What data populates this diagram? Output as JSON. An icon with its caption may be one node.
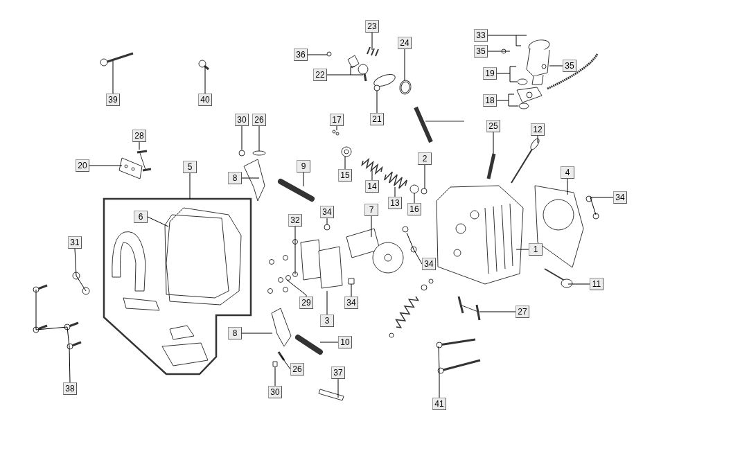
{
  "diagram": {
    "nodes": [
      {
        "text": [
          "39"
        ]
      },
      {
        "text": [
          "40"
        ]
      },
      {
        "text": [
          "23"
        ]
      },
      {
        "text": [
          "36"
        ]
      },
      {
        "text": [
          "24"
        ]
      },
      {
        "text": [
          "22"
        ]
      },
      {
        "text": [
          "21"
        ]
      },
      {
        "text": [
          "33"
        ]
      },
      {
        "text": [
          "35"
        ]
      },
      {
        "text": [
          "35"
        ]
      },
      {
        "text": [
          "19"
        ]
      },
      {
        "text": [
          "18"
        ]
      },
      {
        "text": [
          "30"
        ]
      },
      {
        "text": [
          "26"
        ]
      },
      {
        "text": [
          "17"
        ]
      },
      {
        "text": [
          "25"
        ]
      },
      {
        "text": [
          "12"
        ]
      },
      {
        "text": [
          "28"
        ]
      },
      {
        "text": [
          "2"
        ]
      },
      {
        "text": [
          "20"
        ]
      },
      {
        "text": [
          "5"
        ]
      },
      {
        "text": [
          "9"
        ]
      },
      {
        "text": [
          "15"
        ]
      },
      {
        "text": [
          "8"
        ]
      },
      {
        "text": [
          "4"
        ]
      },
      {
        "text": [
          "14"
        ]
      },
      {
        "text": [
          "34"
        ]
      },
      {
        "text": [
          "13"
        ]
      },
      {
        "text": [
          "16"
        ]
      },
      {
        "text": [
          "7"
        ]
      },
      {
        "text": [
          "6"
        ]
      },
      {
        "text": [
          "34"
        ]
      },
      {
        "text": [
          "32"
        ]
      },
      {
        "text": [
          "31"
        ]
      },
      {
        "text": [
          "1"
        ]
      },
      {
        "text": [
          "34"
        ]
      },
      {
        "text": [
          "11"
        ]
      },
      {
        "text": [
          "29"
        ]
      },
      {
        "text": [
          "34"
        ]
      },
      {
        "text": [
          "3"
        ]
      },
      {
        "text": [
          "27"
        ]
      },
      {
        "text": [
          "8"
        ]
      },
      {
        "text": [
          "10"
        ]
      },
      {
        "text": [
          "26"
        ]
      },
      {
        "text": [
          "30"
        ]
      },
      {
        "text": [
          "37"
        ]
      },
      {
        "text": [
          "38"
        ]
      },
      {
        "text": [
          "41"
        ]
      }
    ],
    "edges": [
      {
        "from": 0,
        "to": null,
        "arrow": "none"
      },
      {
        "from": 1,
        "to": null,
        "arrow": "none"
      },
      {
        "from": 2,
        "to": null,
        "arrow": "none"
      },
      {
        "from": 3,
        "to": null,
        "arrow": "none"
      },
      {
        "from": 4,
        "to": null,
        "arrow": "none"
      },
      {
        "from": 5,
        "to": null,
        "arrow": "none"
      },
      {
        "from": 6,
        "to": null,
        "arrow": "none"
      },
      {
        "from": 7,
        "to": null,
        "arrow": "none"
      },
      {
        "from": 8,
        "to": null,
        "arrow": "none"
      },
      {
        "from": 9,
        "to": null,
        "arrow": "none"
      },
      {
        "from": 10,
        "to": null,
        "arrow": "none"
      },
      {
        "from": 11,
        "to": null,
        "arrow": "none"
      },
      {
        "from": 12,
        "to": null,
        "arrow": "none"
      },
      {
        "from": 13,
        "to": null,
        "arrow": "none"
      },
      {
        "from": 14,
        "to": null,
        "arrow": "none"
      },
      {
        "from": 15,
        "to": null,
        "arrow": "none"
      },
      {
        "from": 16,
        "to": null,
        "arrow": "none"
      },
      {
        "from": 17,
        "to": null,
        "arrow": "none"
      },
      {
        "from": 18,
        "to": null,
        "arrow": "none"
      },
      {
        "from": 19,
        "to": null,
        "arrow": "none"
      },
      {
        "from": 20,
        "to": null,
        "arrow": "none"
      },
      {
        "from": 21,
        "to": null,
        "arrow": "none"
      },
      {
        "from": 22,
        "to": null,
        "arrow": "none"
      },
      {
        "from": 23,
        "to": null,
        "arrow": "none"
      },
      {
        "from": 24,
        "to": null,
        "arrow": "none"
      },
      {
        "from": 25,
        "to": null,
        "arrow": "none"
      },
      {
        "from": 26,
        "to": null,
        "arrow": "none"
      },
      {
        "from": 27,
        "to": null,
        "arrow": "none"
      },
      {
        "from": 28,
        "to": null,
        "arrow": "none"
      },
      {
        "from": 29,
        "to": null,
        "arrow": "none"
      },
      {
        "from": 30,
        "to": null,
        "arrow": "none"
      },
      {
        "from": 31,
        "to": null,
        "arrow": "none"
      },
      {
        "from": 32,
        "to": null,
        "arrow": "none"
      },
      {
        "from": 33,
        "to": null,
        "arrow": "none"
      },
      {
        "from": 34,
        "to": null,
        "arrow": "none"
      },
      {
        "from": 35,
        "to": null,
        "arrow": "none"
      },
      {
        "from": 36,
        "to": null,
        "arrow": "none"
      },
      {
        "from": 37,
        "to": null,
        "arrow": "none"
      },
      {
        "from": 38,
        "to": null,
        "arrow": "none"
      },
      {
        "from": 39,
        "to": null,
        "arrow": "none"
      },
      {
        "from": 40,
        "to": null,
        "arrow": "none"
      },
      {
        "from": 41,
        "to": null,
        "arrow": "none"
      },
      {
        "from": 42,
        "to": null,
        "arrow": "none"
      },
      {
        "from": 43,
        "to": null,
        "arrow": "none"
      },
      {
        "from": 44,
        "to": null,
        "arrow": "none"
      },
      {
        "from": 45,
        "to": null,
        "arrow": "none"
      },
      {
        "from": 46,
        "to": null,
        "arrow": "none"
      },
      {
        "from": 47,
        "to": null,
        "arrow": "none"
      }
    ]
  }
}
